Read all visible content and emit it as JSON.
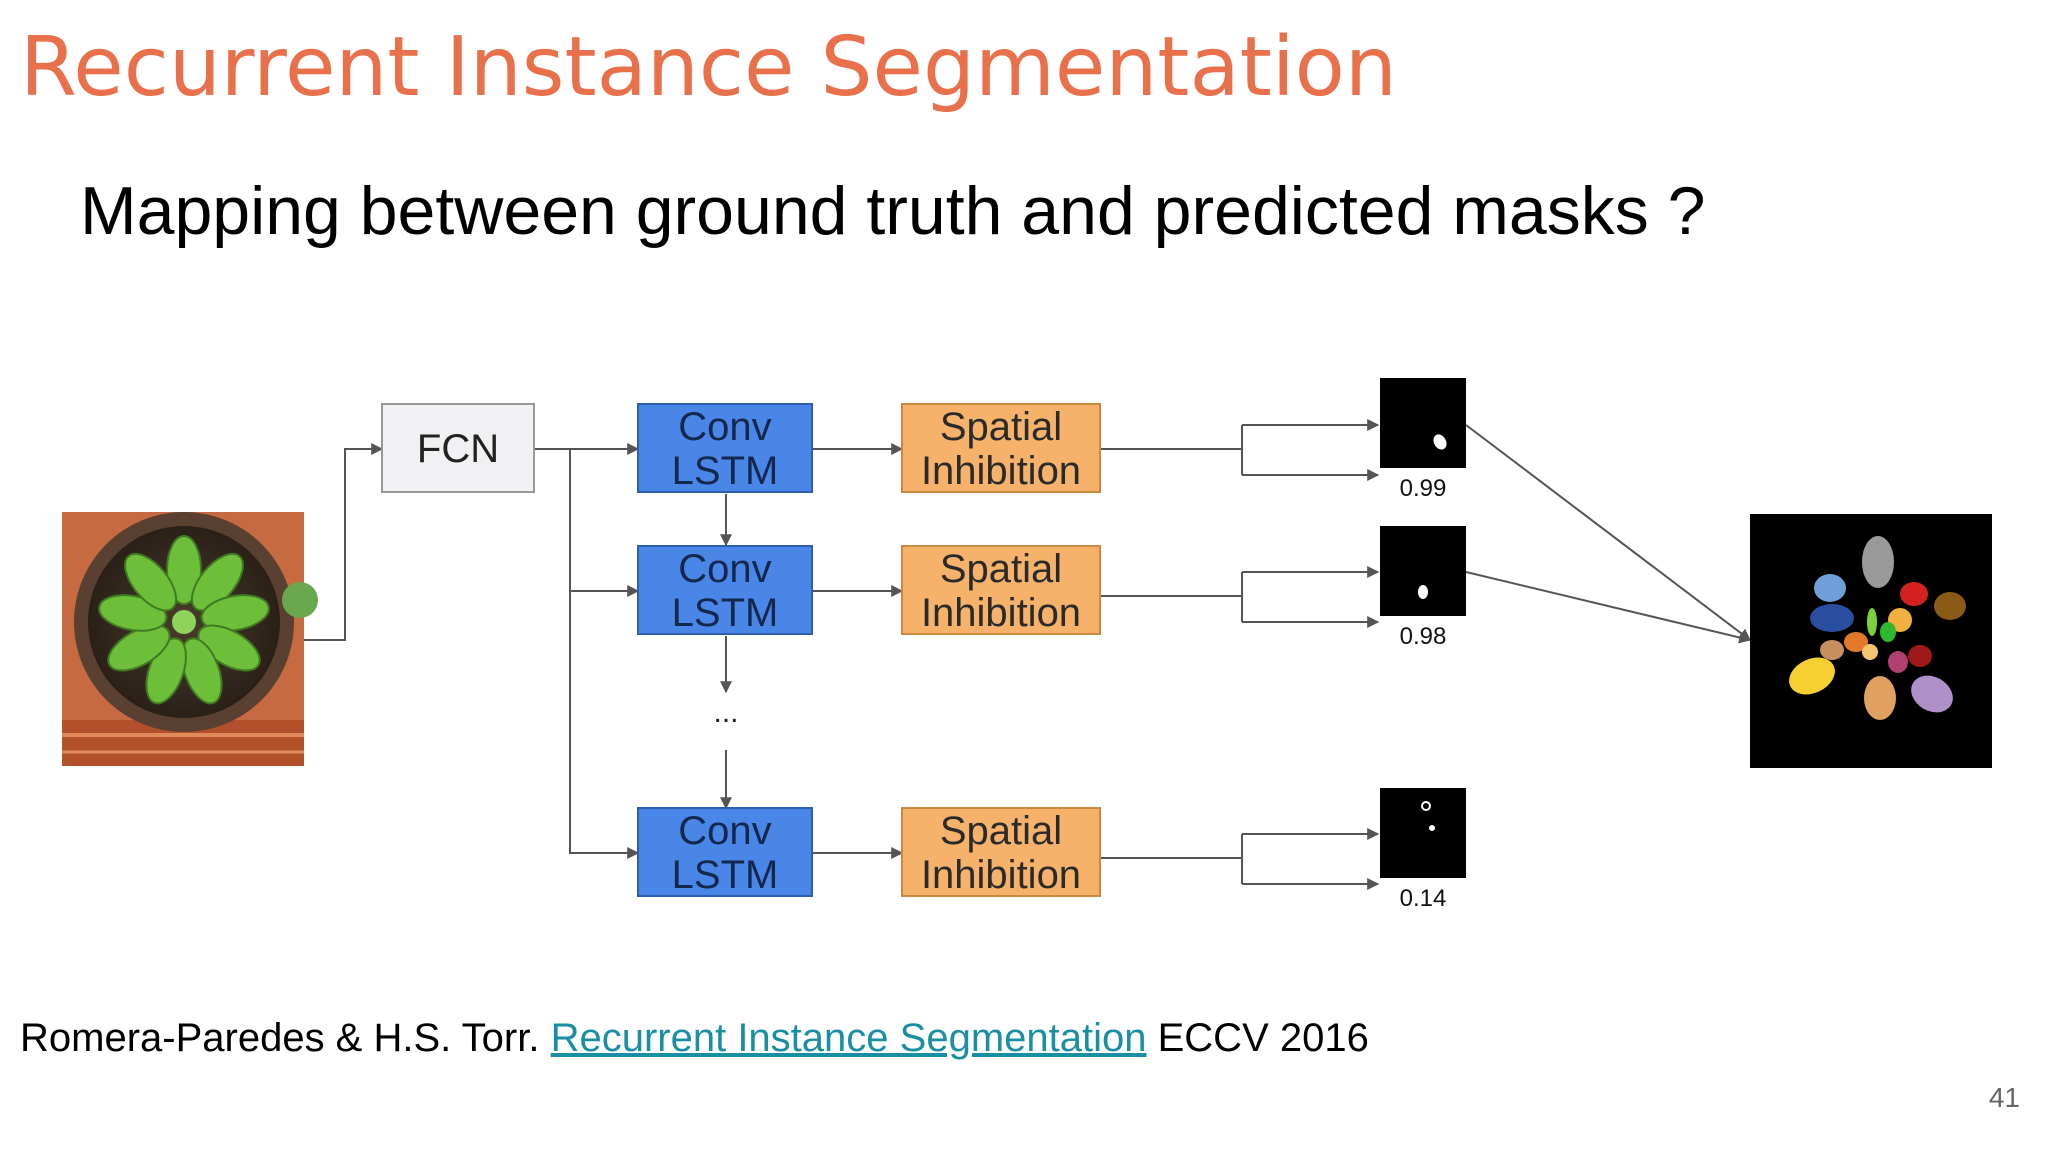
{
  "slide": {
    "title": "Recurrent Instance Segmentation",
    "subtitle": "Mapping between ground truth and predicted masks ?",
    "page_number": "41"
  },
  "diagram": {
    "fcn_label": "FCN",
    "rows": [
      {
        "lstm_line1": "Conv",
        "lstm_line2": "LSTM",
        "si_line1": "Spatial",
        "si_line2": "Inhibition",
        "score": "0.99"
      },
      {
        "lstm_line1": "Conv",
        "lstm_line2": "LSTM",
        "si_line1": "Spatial",
        "si_line2": "Inhibition",
        "score": "0.98"
      },
      {
        "lstm_line1": "Conv",
        "lstm_line2": "LSTM",
        "si_line1": "Spatial",
        "si_line2": "Inhibition",
        "score": "0.14"
      }
    ],
    "ellipsis": "...",
    "colors": {
      "lstm_fill": "#4a86e8",
      "si_fill": "#f6b26b",
      "fcn_fill": "#f1f1f3",
      "title": "#e8704a",
      "link": "#1a8fa3"
    }
  },
  "citation": {
    "authors": "Romera-Paredes & H.S. Torr.",
    "link_text": "Recurrent Instance Segmentation",
    "venue": "ECCV 2016"
  }
}
